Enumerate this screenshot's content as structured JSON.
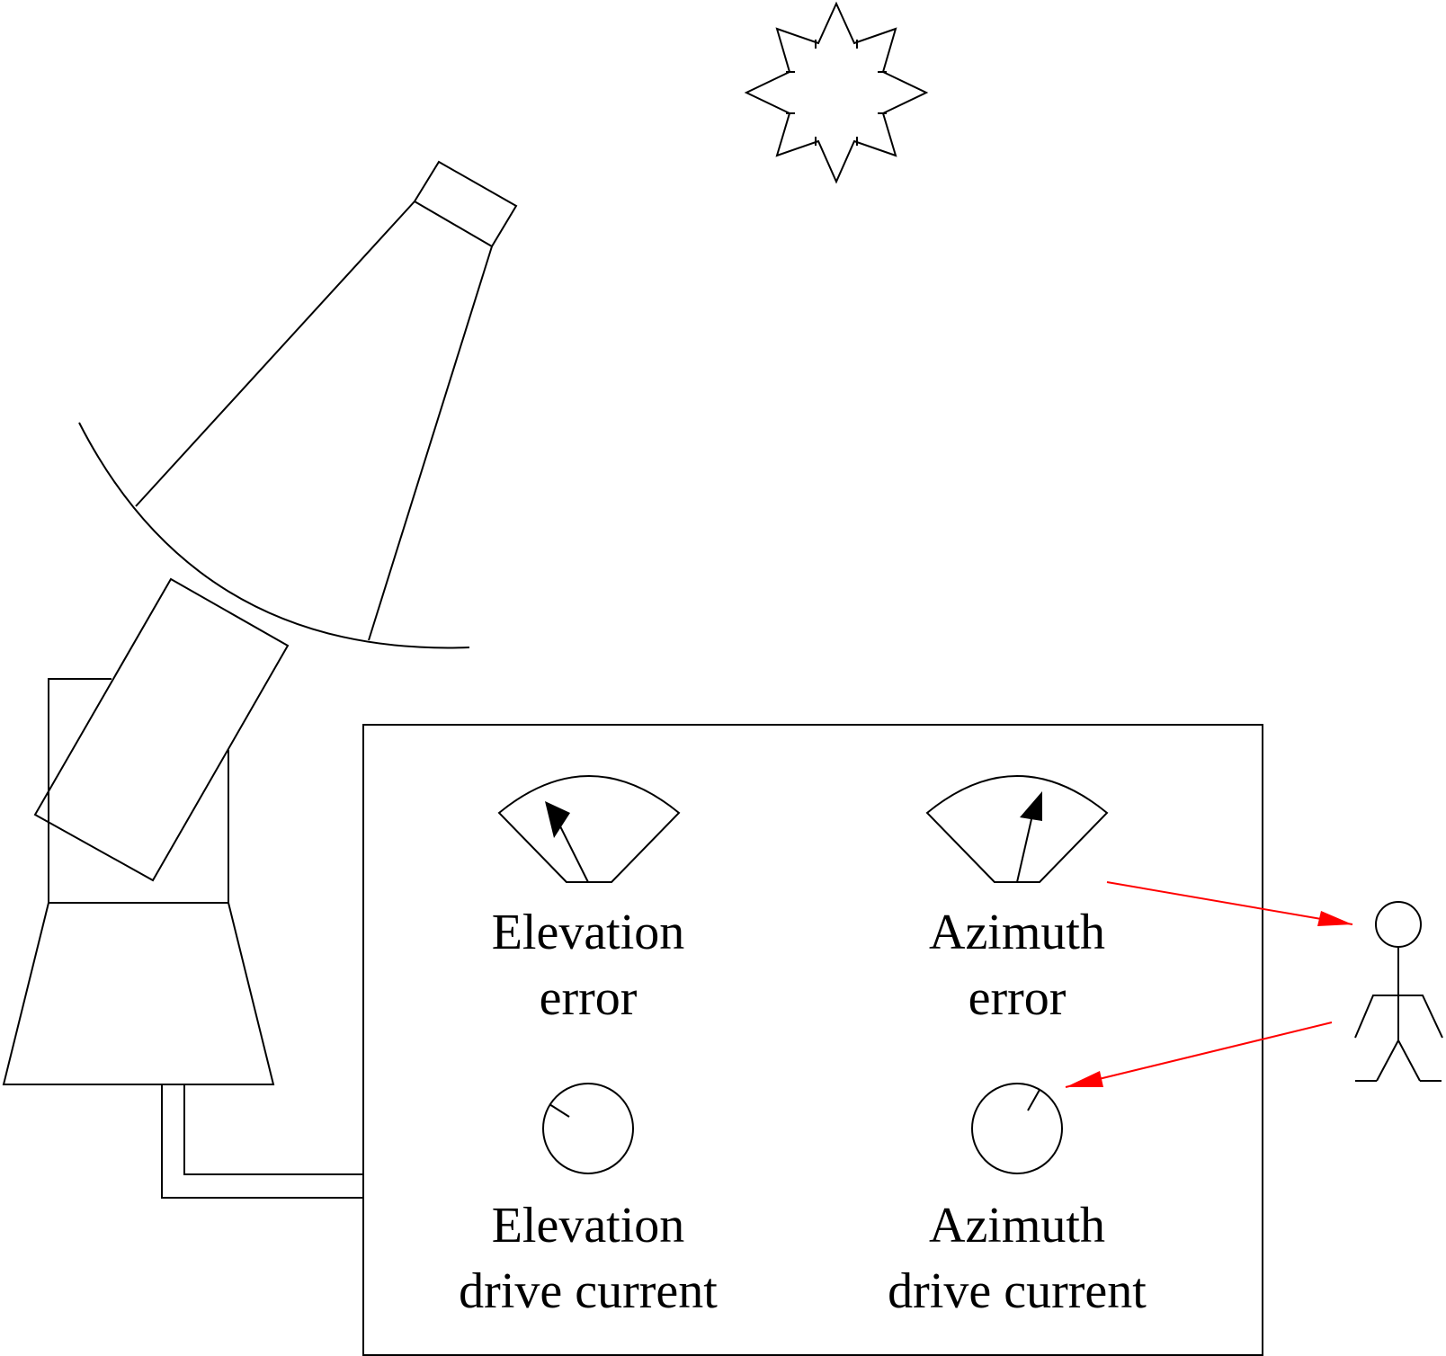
{
  "panel": {
    "elevation_error": {
      "line1": "Elevation",
      "line2": "error"
    },
    "azimuth_error": {
      "line1": "Azimuth",
      "line2": "error"
    },
    "elevation_drive": {
      "line1": "Elevation",
      "line2": "drive current"
    },
    "azimuth_drive": {
      "line1": "Azimuth",
      "line2": "drive current"
    }
  },
  "colors": {
    "line": "#000000",
    "arrow": "#ff0000",
    "background": "#ffffff"
  }
}
